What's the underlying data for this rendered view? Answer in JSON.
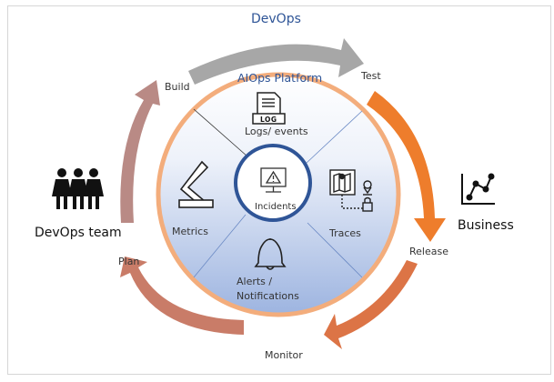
{
  "title": "DevOps",
  "platform": {
    "title": "AIOps Platform",
    "center": {
      "label": "Incidents",
      "icon": "warning-monitor-icon"
    },
    "segments": [
      {
        "id": "logs",
        "label": "Logs/ events",
        "icon": "log-file-icon",
        "badge": "LOG"
      },
      {
        "id": "metrics",
        "label": "Metrics",
        "icon": "ruler-angle-icon"
      },
      {
        "id": "traces",
        "label": "Traces",
        "icon": "map-trace-icon"
      },
      {
        "id": "alerts",
        "label": "Alerts /",
        "label2": "Notifications",
        "icon": "bell-icon"
      }
    ]
  },
  "stages": [
    "Build",
    "Test",
    "Release",
    "Monitor",
    "Plan"
  ],
  "actors": {
    "left": {
      "label": "DevOps team",
      "icon": "team-icon"
    },
    "right": {
      "label": "Business",
      "icon": "line-chart-icon"
    }
  },
  "colors": {
    "devops_arrow": "#a7a7a7",
    "test_arrow": "#ee7d2c",
    "release_arrow": "#dc7446",
    "plan_arrow": "#c97c68",
    "build_arrow": "#b98a85",
    "platform_ring": "#f3ad7c",
    "incidents_ring": "#2f5597",
    "title_text": "#2f5597"
  }
}
